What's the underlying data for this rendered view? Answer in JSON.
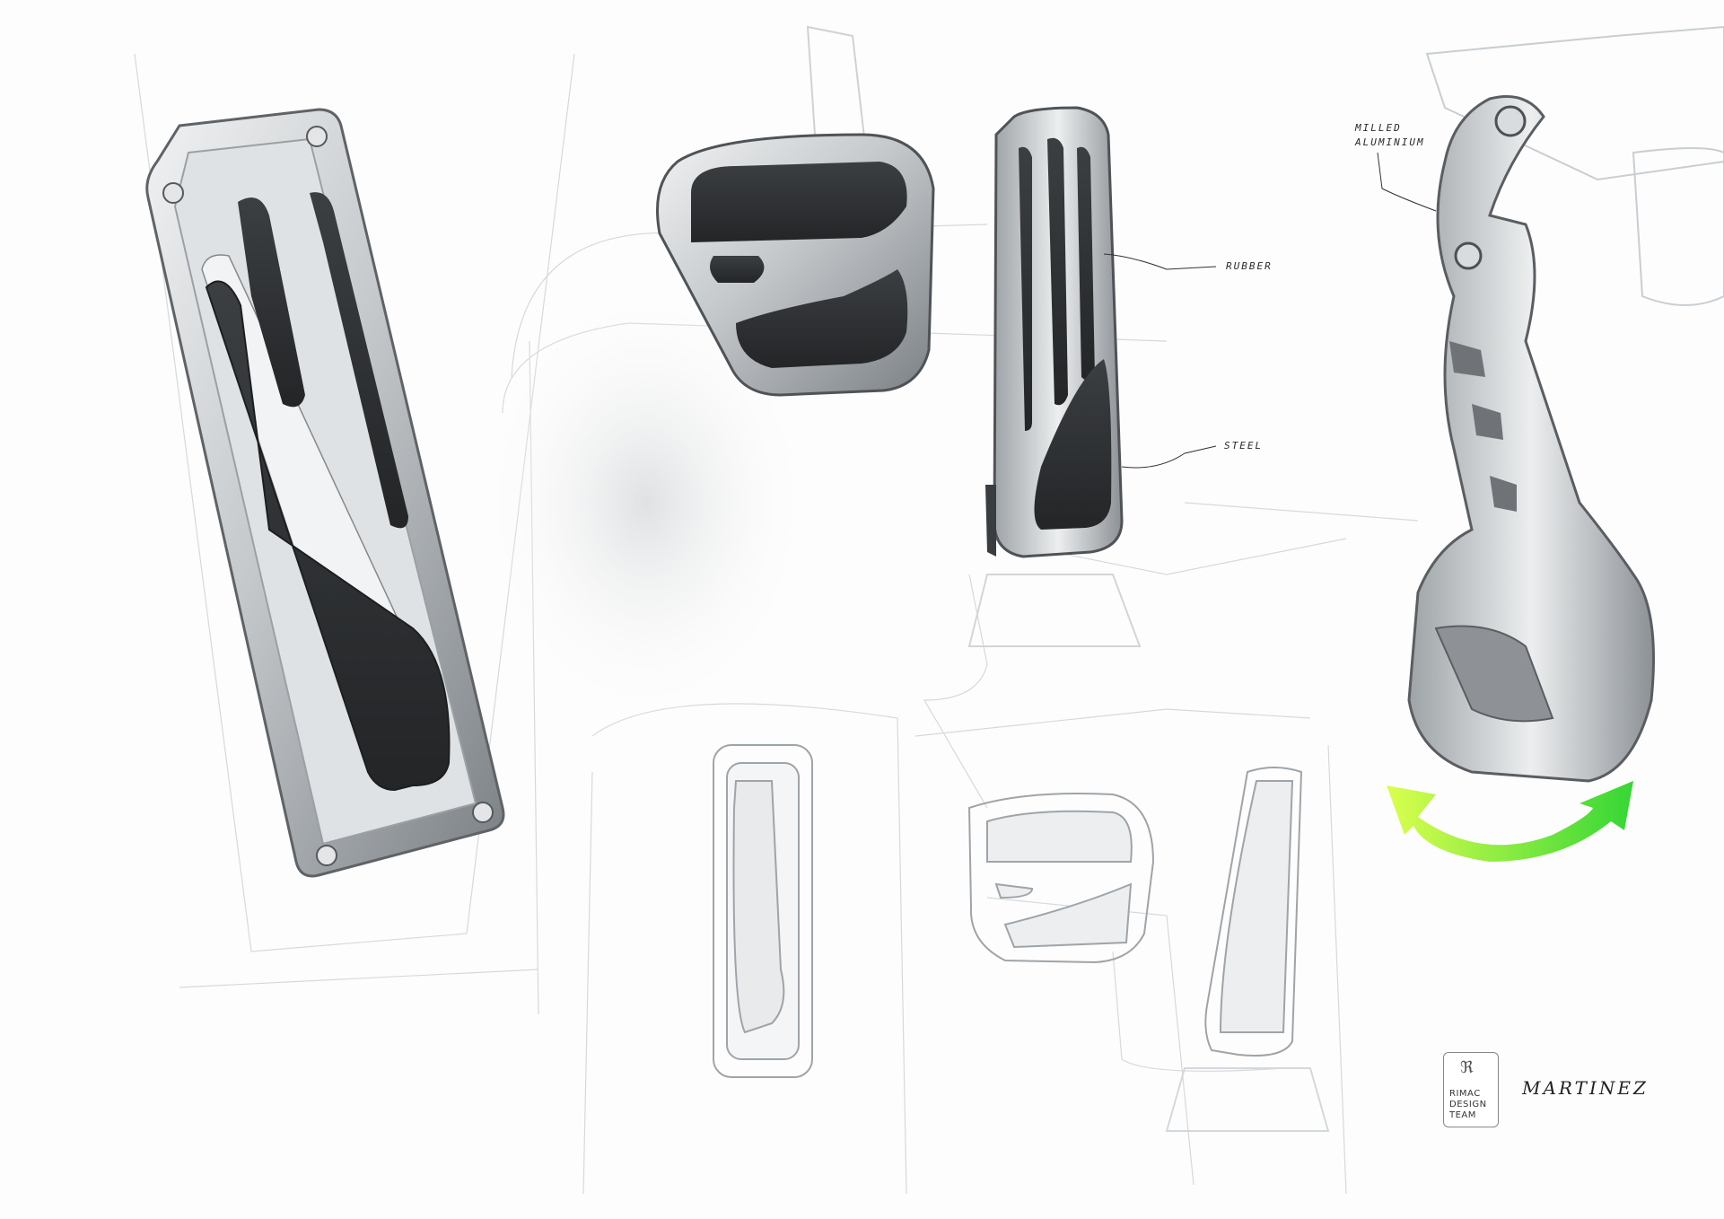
{
  "labels": {
    "milled": "MILLED",
    "aluminium": "ALUMINIUM",
    "rubber": "RUBBER",
    "steel": "STEEL"
  },
  "brand": {
    "logo_icon": "rimac-r-icon",
    "line1": "RIMAC",
    "line2": "DESIGN",
    "line3": "TEAM"
  },
  "signature": "MARTINEZ",
  "colors": {
    "metal_light": "#e6e8ea",
    "metal_mid": "#a9adb1",
    "metal_dark": "#5f6367",
    "rubber": "#2f3133",
    "sketch_line": "#c9ccd0",
    "arrow_green_start": "#d7ff3a",
    "arrow_green_end": "#1fd21f"
  }
}
